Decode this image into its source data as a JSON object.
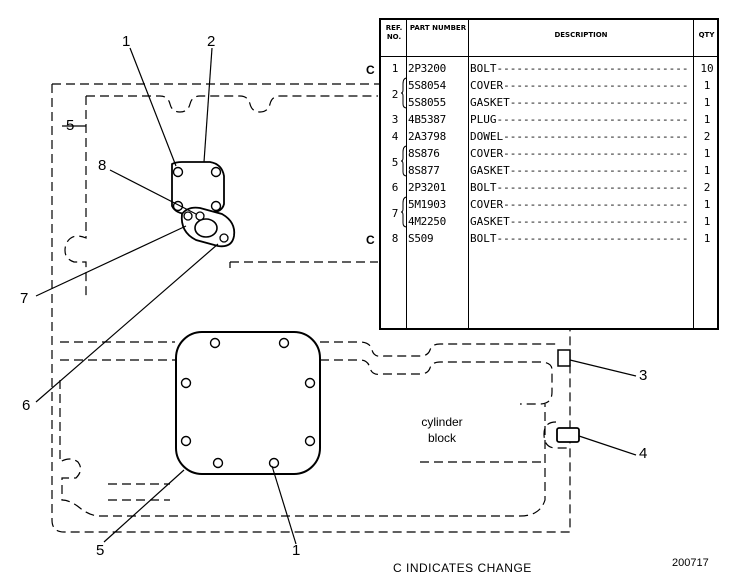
{
  "callouts": [
    "1",
    "2",
    "8",
    "5",
    "7",
    "6",
    "3",
    "4",
    "5",
    "1"
  ],
  "block_label": [
    "cylinder",
    "block"
  ],
  "table": {
    "headers": {
      "ref": "REF. NO.",
      "part": "PART NUMBER",
      "desc": "DESCRIPTION",
      "qty": "QTY"
    },
    "rows": [
      {
        "ref": "1",
        "part": "2P3200",
        "desc": "BOLT-----------------------------------",
        "qty": "10"
      },
      {
        "ref": "",
        "part": "5S8054",
        "desc": "COVER-----------------------------------",
        "qty": "1"
      },
      {
        "ref": "2",
        "part": "5S8055",
        "desc": "GASKET----------------------------------",
        "qty": "1"
      },
      {
        "ref": "3",
        "part": "4B5387",
        "desc": "PLUG------------------------------------",
        "qty": "1"
      },
      {
        "ref": "4",
        "part": "2A3798",
        "desc": "DOWEL-----------------------------------",
        "qty": "2"
      },
      {
        "ref": "",
        "part": "8S876",
        "desc": "COVER-----------------------------------",
        "qty": "1"
      },
      {
        "ref": "5",
        "part": "8S877",
        "desc": "GASKET----------------------------------",
        "qty": "1"
      },
      {
        "ref": "6",
        "part": "2P3201",
        "desc": "BOLT------------------------------------",
        "qty": "2"
      },
      {
        "ref": "",
        "part": "5M1903",
        "desc": "COVER-----------------------------------",
        "qty": "1"
      },
      {
        "ref": "7",
        "part": "4M2250",
        "desc": "GASKET----------------------------------",
        "qty": "1"
      },
      {
        "ref": "8",
        "part": "S509",
        "desc": "BOLT------------------------------------",
        "qty": "1"
      }
    ],
    "change_marks": [
      "C",
      "C"
    ]
  },
  "footer_note": "C INDICATES CHANGE",
  "drawing_number": "200717"
}
